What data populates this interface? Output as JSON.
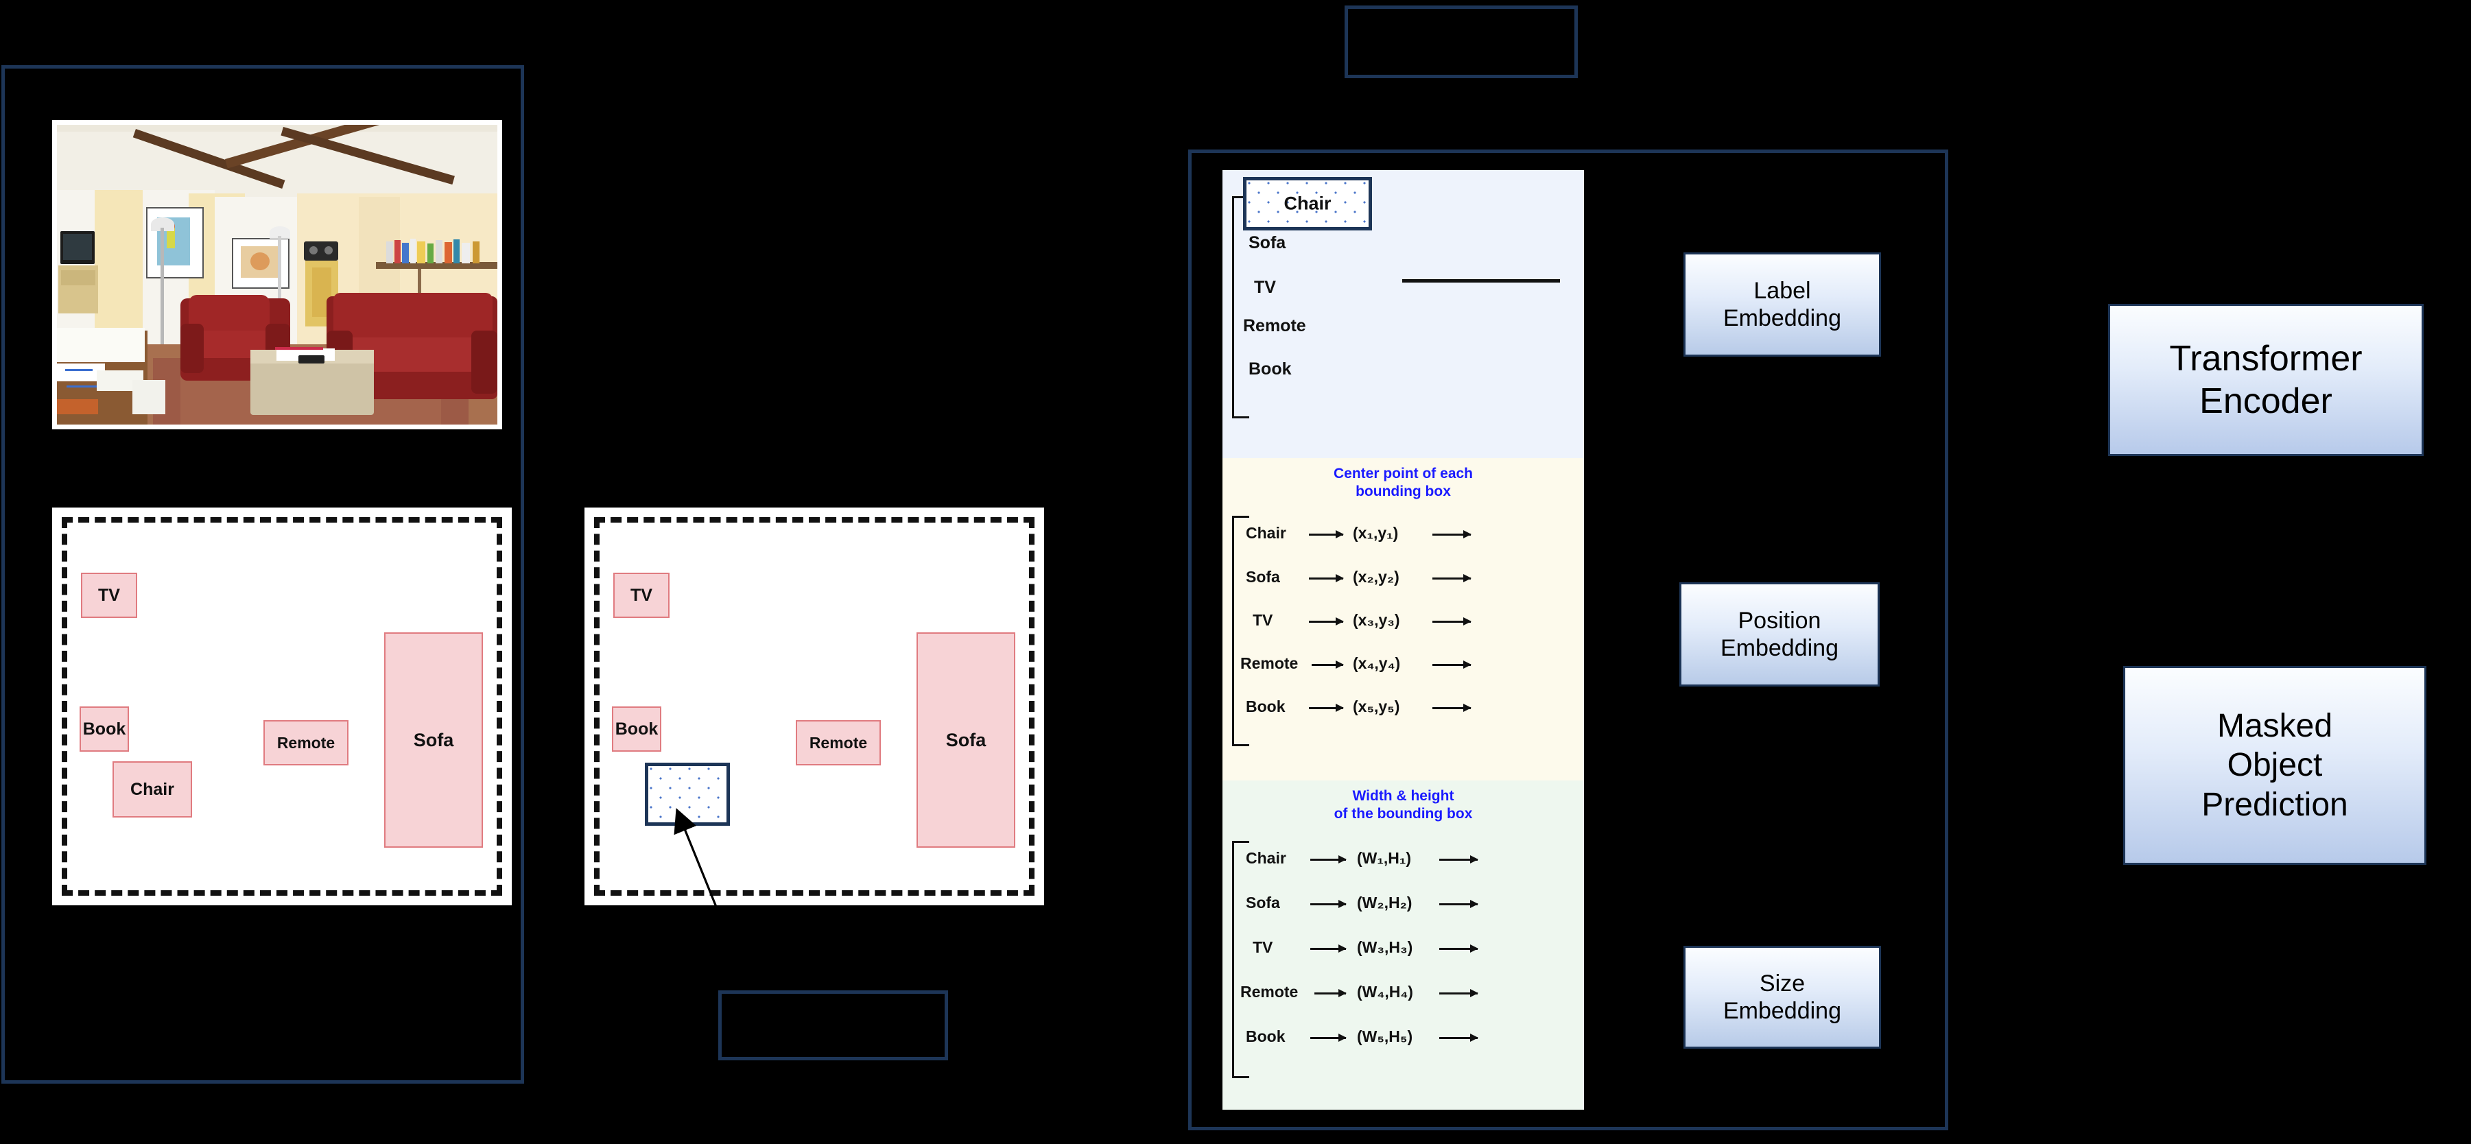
{
  "diagram": {
    "title_hidden_boxes": [
      "",
      ""
    ],
    "objects": [
      "TV",
      "Book",
      "Chair",
      "Remote",
      "Sofa"
    ],
    "scene_left": {
      "boxes": [
        {
          "label": "TV",
          "masked": false
        },
        {
          "label": "Book",
          "masked": false
        },
        {
          "label": "Chair",
          "masked": false
        },
        {
          "label": "Remote",
          "masked": false
        },
        {
          "label": "Sofa",
          "masked": false
        }
      ]
    },
    "scene_right": {
      "boxes": [
        {
          "label": "TV",
          "masked": false
        },
        {
          "label": "Book",
          "masked": false
        },
        {
          "label": "",
          "masked": true
        },
        {
          "label": "Remote",
          "masked": false
        },
        {
          "label": "Sofa",
          "masked": false
        }
      ]
    },
    "label_section": {
      "items": [
        "Chair",
        "Sofa",
        "TV",
        "Remote",
        "Book"
      ],
      "masked_item": "Chair"
    },
    "position_section": {
      "title_line1": "Center point of each",
      "title_line2": "bounding box",
      "rows": [
        {
          "name": "Chair",
          "value": "(x₁,y₁)"
        },
        {
          "name": "Sofa",
          "value": "(x₂,y₂)"
        },
        {
          "name": "TV",
          "value": "(x₃,y₃)"
        },
        {
          "name": "Remote",
          "value": "(x₄,y₄)"
        },
        {
          "name": "Book",
          "value": "(x₅,y₅)"
        }
      ]
    },
    "size_section": {
      "title_line1": "Width & height",
      "title_line2": "of the bounding box",
      "rows": [
        {
          "name": "Chair",
          "value": "(W₁,H₁)"
        },
        {
          "name": "Sofa",
          "value": "(W₂,H₂)"
        },
        {
          "name": "TV",
          "value": "(W₃,H₃)"
        },
        {
          "name": "Remote",
          "value": "(W₄,H₄)"
        },
        {
          "name": "Book",
          "value": "(W₅,H₅)"
        }
      ]
    },
    "embeddings": [
      {
        "line1": "Label",
        "line2": "Embedding"
      },
      {
        "line1": "Position",
        "line2": "Embedding"
      },
      {
        "line1": "Size",
        "line2": "Embedding"
      }
    ],
    "encoder": {
      "line1": "Transformer",
      "line2": "Encoder"
    },
    "prediction": {
      "line1": "Masked",
      "line2": "Object",
      "line3": "Prediction"
    },
    "colors": {
      "navy": "#1d3557",
      "object_fill": "#f7d3d6",
      "object_border": "#e07b80",
      "title_blue": "#1a1aff",
      "label_section_bg": "#eef3fc",
      "position_section_bg": "#fdfaec",
      "size_section_bg": "#eef7ef",
      "mask_dot": "#4a74c9"
    }
  }
}
